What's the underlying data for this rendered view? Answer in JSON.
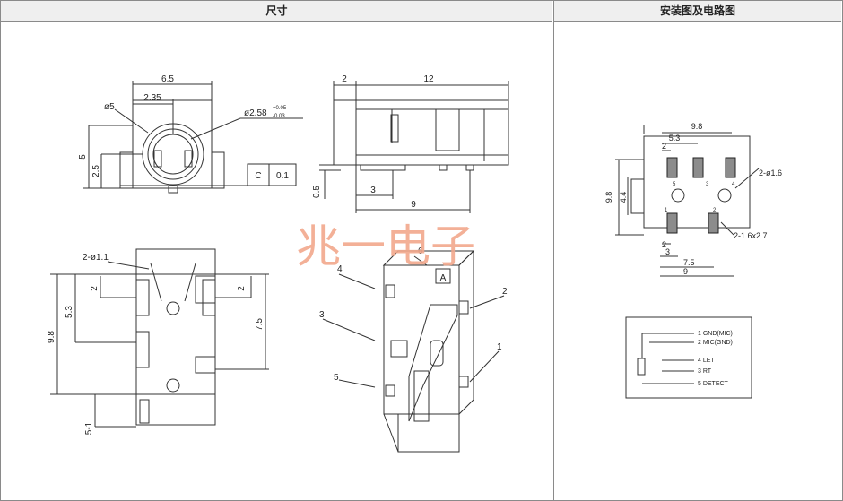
{
  "headers": {
    "dimensions": "尺寸",
    "mounting": "安装图及电路图"
  },
  "watermark": "兆一电子",
  "front_view": {
    "dia_body": "ø5",
    "width": "6.5",
    "offset": "2.35",
    "hole": "ø2.58",
    "tol_plus": "+0.05",
    "tol_minus": "-0.03",
    "height": "5",
    "center": "2.5"
  },
  "side_view": {
    "lead": "2",
    "length": "12",
    "pin_pitch": "3",
    "pin_span": "9",
    "pin_height": "0.5"
  },
  "flatness": {
    "symbol": "C",
    "value": "0.1"
  },
  "bottom_view": {
    "hole_callout": "2-ø1.1",
    "dim_2_left": "2",
    "dim_2_right": "2",
    "dim_53": "5.3",
    "dim_98": "9.8",
    "dim_75": "7.5",
    "dim_51": "5-1"
  },
  "iso_view": {
    "pin4": "4",
    "pin6": "6",
    "pin3": "3",
    "pin5": "5",
    "pin2": "2",
    "pin1": "1",
    "marking": "A"
  },
  "pcb": {
    "width_top": "9.8",
    "d53": "5.3",
    "d2_top": "2",
    "hole": "2-ø1.6",
    "height": "9.8",
    "d44": "4.4",
    "pad_label": "2-1.6x2.7",
    "d2_bot": "2",
    "d3": "3",
    "d75": "7.5",
    "d9": "9",
    "pin5": "5",
    "pin3": "3",
    "pin4": "4",
    "pin1": "1",
    "pin2": "2"
  },
  "circuit": [
    "1 GND(MIC)",
    "2 MIC(GND)",
    "4 LET",
    "3 RT",
    "5 DETECT"
  ]
}
